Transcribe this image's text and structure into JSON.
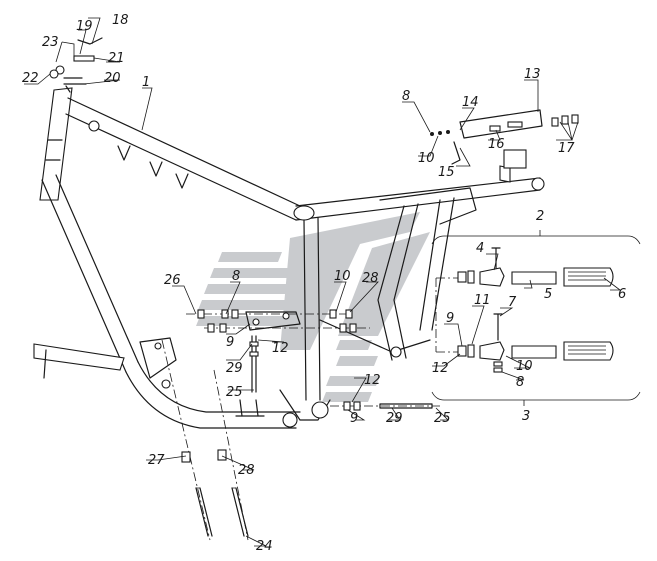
{
  "callouts": [
    {
      "id": "c1",
      "text": "1"
    },
    {
      "id": "c2",
      "text": "2"
    },
    {
      "id": "c3",
      "text": "3"
    },
    {
      "id": "c4",
      "text": "4"
    },
    {
      "id": "c5",
      "text": "5"
    },
    {
      "id": "c6",
      "text": "6"
    },
    {
      "id": "c7",
      "text": "7"
    },
    {
      "id": "c8a",
      "text": "8"
    },
    {
      "id": "c8b",
      "text": "8"
    },
    {
      "id": "c8c",
      "text": "8"
    },
    {
      "id": "c9a",
      "text": "9"
    },
    {
      "id": "c9b",
      "text": "9"
    },
    {
      "id": "c9c",
      "text": "9"
    },
    {
      "id": "c10a",
      "text": "10"
    },
    {
      "id": "c10b",
      "text": "10"
    },
    {
      "id": "c10c",
      "text": "10"
    },
    {
      "id": "c11",
      "text": "11"
    },
    {
      "id": "c12a",
      "text": "12"
    },
    {
      "id": "c12b",
      "text": "12"
    },
    {
      "id": "c12c",
      "text": "12"
    },
    {
      "id": "c13",
      "text": "13"
    },
    {
      "id": "c14",
      "text": "14"
    },
    {
      "id": "c15",
      "text": "15"
    },
    {
      "id": "c16",
      "text": "16"
    },
    {
      "id": "c17",
      "text": "17"
    },
    {
      "id": "c18",
      "text": "18"
    },
    {
      "id": "c19",
      "text": "19"
    },
    {
      "id": "c20",
      "text": "20"
    },
    {
      "id": "c21",
      "text": "21"
    },
    {
      "id": "c22",
      "text": "22"
    },
    {
      "id": "c23",
      "text": "23"
    },
    {
      "id": "c24",
      "text": "24"
    },
    {
      "id": "c25a",
      "text": "25"
    },
    {
      "id": "c25b",
      "text": "25"
    },
    {
      "id": "c26",
      "text": "26"
    },
    {
      "id": "c27",
      "text": "27"
    },
    {
      "id": "c28a",
      "text": "28"
    },
    {
      "id": "c28b",
      "text": "28"
    },
    {
      "id": "c29a",
      "text": "29"
    },
    {
      "id": "c29b",
      "text": "29"
    }
  ],
  "watermark": {
    "color": "#c9cbce"
  }
}
